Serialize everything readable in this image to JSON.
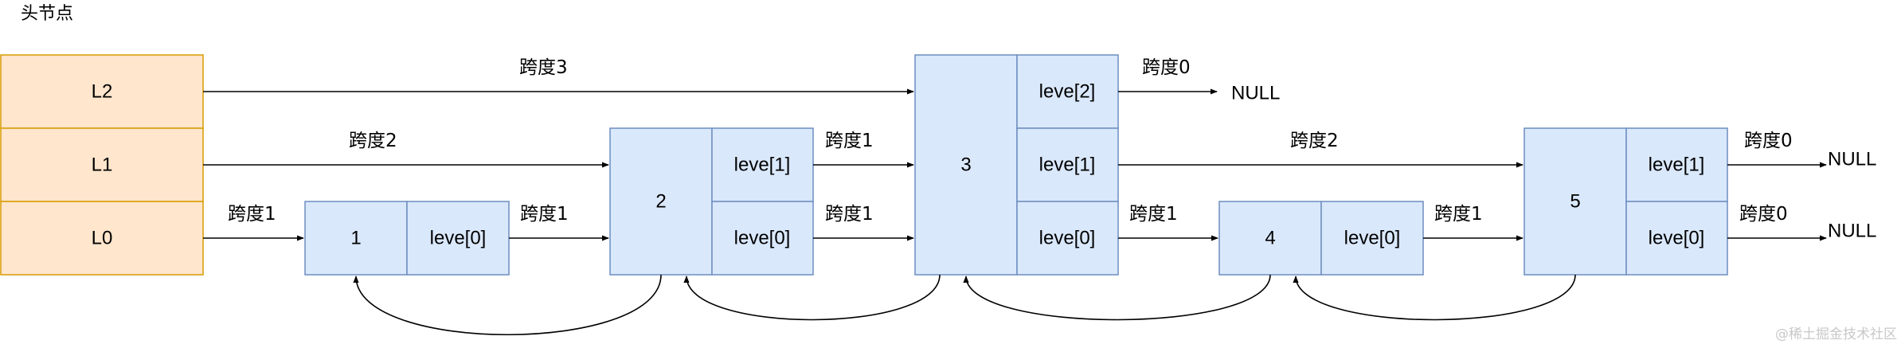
{
  "header_label": "头节点",
  "head_levels": [
    "L2",
    "L1",
    "L0"
  ],
  "nodes": [
    {
      "value": "1",
      "levels": [
        "leve[0]"
      ]
    },
    {
      "value": "2",
      "levels": [
        "leve[1]",
        "leve[0]"
      ]
    },
    {
      "value": "3",
      "levels": [
        "leve[2]",
        "leve[1]",
        "leve[0]"
      ]
    },
    {
      "value": "4",
      "levels": [
        "leve[0]"
      ]
    },
    {
      "value": "5",
      "levels": [
        "leve[1]",
        "leve[0]"
      ]
    }
  ],
  "span_labels": {
    "l2_head_to_3": "跨度3",
    "l2_3_to_null": "跨度0",
    "l1_head_to_2": "跨度2",
    "l1_2_to_3": "跨度1",
    "l1_3_to_5": "跨度2",
    "l1_5_to_null": "跨度0",
    "l0_head_to_1": "跨度1",
    "l0_1_to_2": "跨度1",
    "l0_2_to_3": "跨度1",
    "l0_3_to_4": "跨度1",
    "l0_4_to_5": "跨度1",
    "l0_5_to_null": "跨度0"
  },
  "null_label": "NULL",
  "watermark": "@稀土掘金技术社区",
  "colors": {
    "head_fill": "#FFE6CC",
    "head_stroke": "#D79B00",
    "node_fill": "#DAE8FC",
    "node_stroke": "#6C8EBF",
    "line": "#000000"
  }
}
